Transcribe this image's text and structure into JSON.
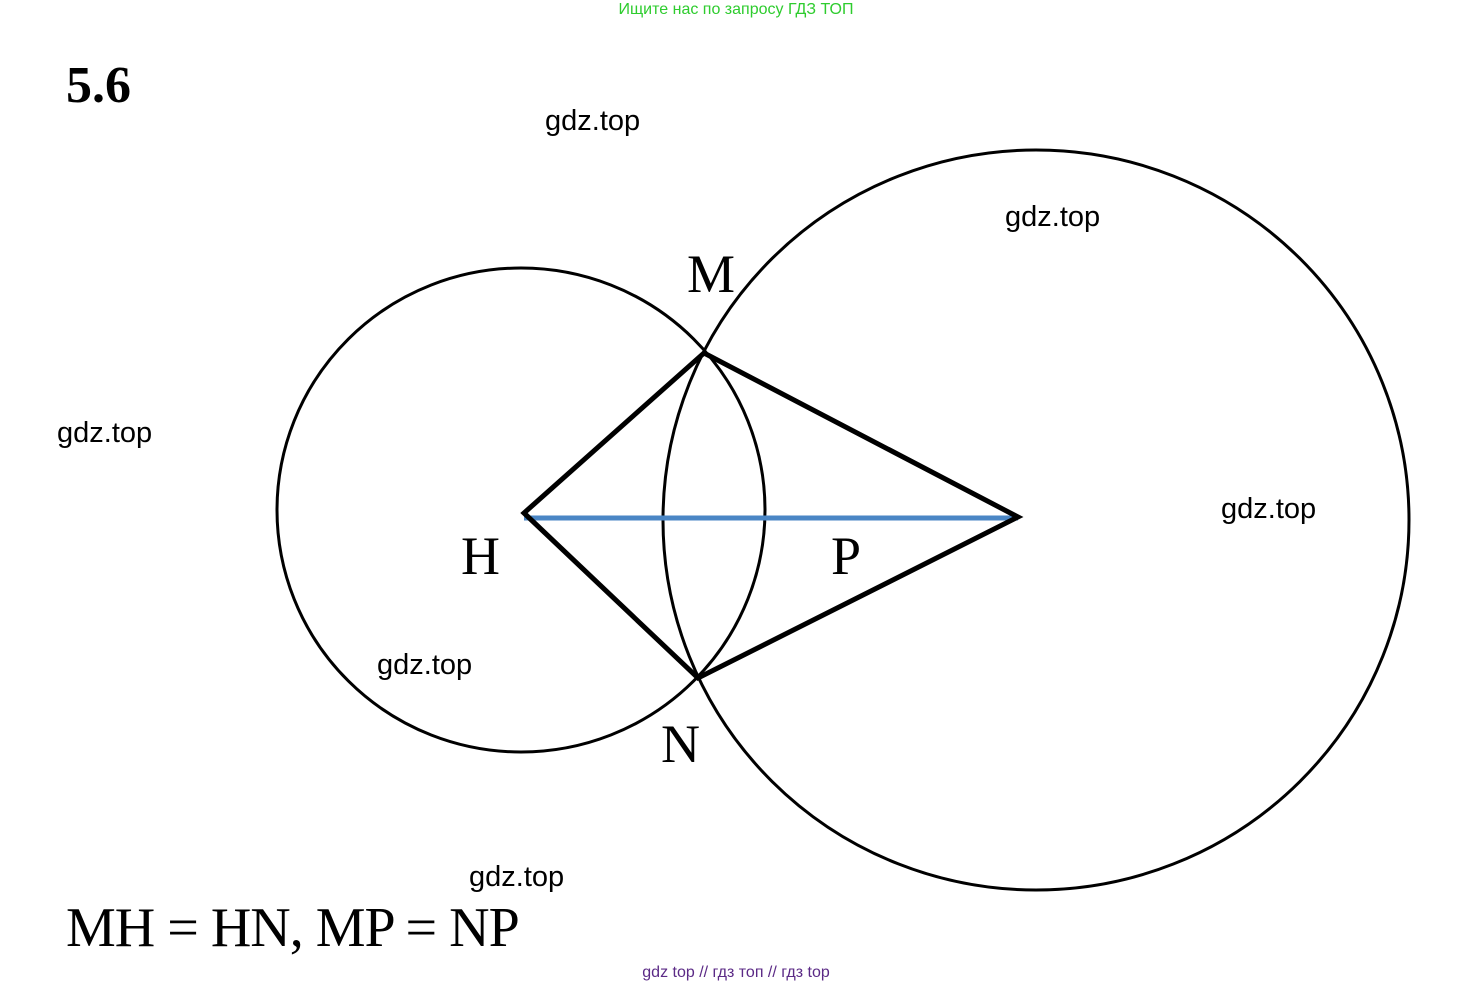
{
  "header": {
    "banner": "Ищите нас по запросу ГДЗ ТОП"
  },
  "problem": {
    "number": "5.6"
  },
  "diagram": {
    "points": {
      "M": "M",
      "N": "N",
      "H": "H",
      "P": "P"
    },
    "colors": {
      "stroke": "#000000",
      "segment_hp": "#4a86c5"
    }
  },
  "watermarks": [
    "gdz.top",
    "gdz.top",
    "gdz.top",
    "gdz.top",
    "gdz.top",
    "gdz.top"
  ],
  "equation": "MH = HN, MP = NP",
  "footer": {
    "banner": "gdz top  //  гдз топ  //  гдз top"
  }
}
